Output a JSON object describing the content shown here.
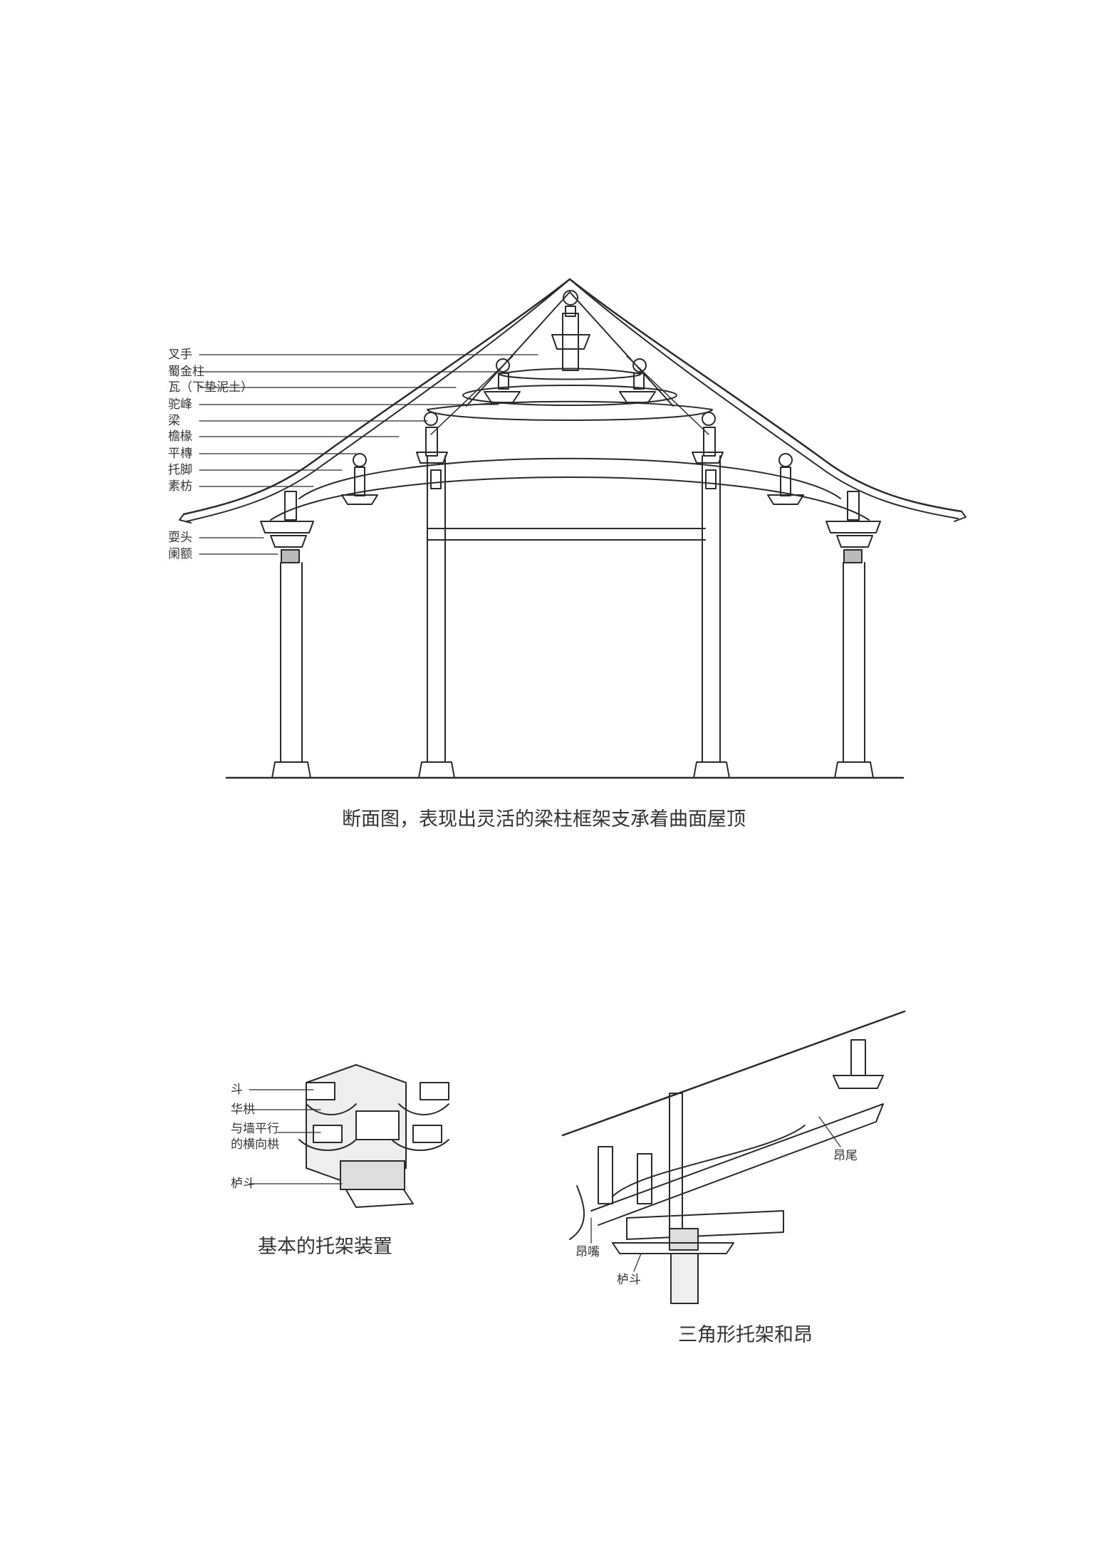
{
  "section_diagram": {
    "labels": [
      "叉手",
      "蜀金柱",
      "瓦（下垫泥土）",
      "驼峰",
      "梁",
      "檐椽",
      "平槫",
      "托脚",
      "素枋",
      "耍头",
      "阑额"
    ],
    "caption": "断面图，表现出灵活的梁柱框架支承着曲面屋顶"
  },
  "basic_bracket": {
    "labels": [
      "斗",
      "华栱",
      "与墙平行",
      "的横向栱",
      "栌斗"
    ],
    "caption": "基本的托架装置"
  },
  "triangular_bracket": {
    "labels": [
      "昂尾",
      "昂嘴",
      "栌斗"
    ],
    "caption": "三角形托架和昂"
  }
}
